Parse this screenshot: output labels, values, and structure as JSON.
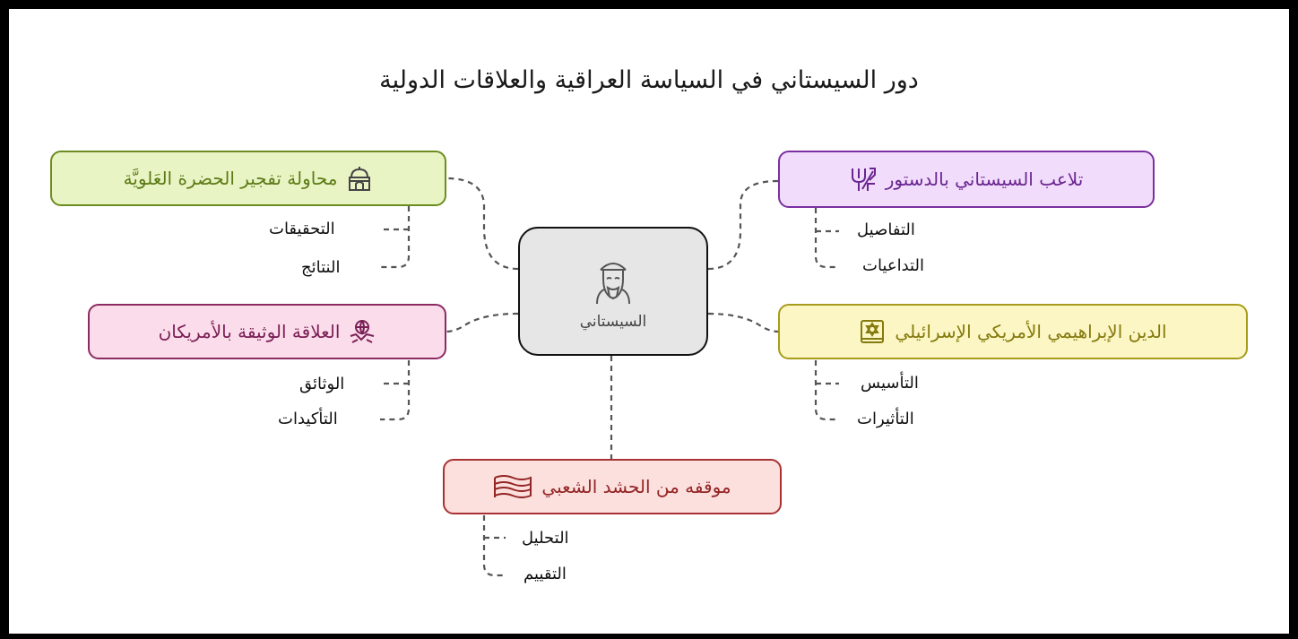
{
  "diagram": {
    "title": "دور السيستاني في السياسة العراقية والعلاقات الدولية",
    "center": {
      "label": "السيستاني",
      "icon": "cleric-icon"
    },
    "branches": [
      {
        "id": "constitution",
        "label": "تلاعب السيستاني بالدستور",
        "icon": "broken-pitchfork-icon",
        "color": "#7b2fa0",
        "fill": "#f1dcfb",
        "items": [
          "التفاصيل",
          "التداعيات"
        ]
      },
      {
        "id": "abrahamic",
        "label": "الدين الإبراهيمي الأمريكي الإسرائيلي",
        "icon": "star-book-icon",
        "color": "#a89b1a",
        "fill": "#fbf6c4",
        "items": [
          "التأسيس",
          "التأثيرات"
        ]
      },
      {
        "id": "shrine",
        "label": "محاولة تفجير الحضرة العَلويَّة",
        "icon": "shrine-icon",
        "color": "#6c8c1f",
        "fill": "#e9f4c4",
        "items": [
          "التحقيقات",
          "النتائج"
        ]
      },
      {
        "id": "americans",
        "label": "العلاقة الوثيقة بالأمريكان",
        "icon": "handshake-globe-icon",
        "color": "#8c2a62",
        "fill": "#fbdcea",
        "items": [
          "الوثائق",
          "التأكيدات"
        ]
      },
      {
        "id": "pmf",
        "label": "موقفه من الحشد الشعبي",
        "icon": "flag-icon",
        "color": "#a83232",
        "fill": "#fbe0de",
        "items": [
          "التحليل",
          "التقييم"
        ]
      }
    ]
  }
}
